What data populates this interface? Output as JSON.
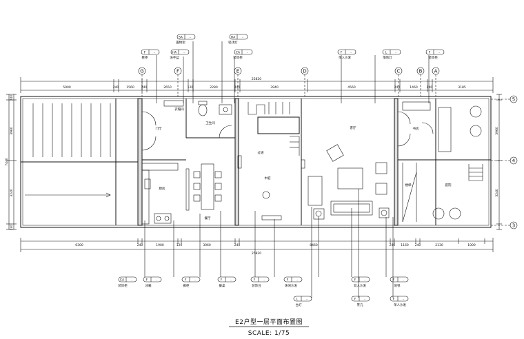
{
  "drawing": {
    "title": "E2户型一层平面布置图",
    "scale": "SCALE: 1/75"
  },
  "axes": {
    "top": [
      "G",
      "F",
      "E",
      "D",
      "C",
      "B",
      "A"
    ],
    "right": [
      "5",
      "4",
      "3"
    ]
  },
  "dimensions": {
    "top_total": "25820",
    "bottom_total": "25820",
    "top_segments": [
      "5900",
      "240",
      "1560",
      "240",
      "2650",
      "120",
      "2280",
      "240",
      "3940",
      "4560",
      "240",
      "1460",
      "240",
      "3185"
    ],
    "bottom_segments": [
      "6300",
      "240",
      "1900",
      "120",
      "3060",
      "240",
      "8460",
      "240",
      "1160",
      "240",
      "2130",
      "1000"
    ],
    "left_segments": [
      "240",
      "3960",
      "7440",
      "3240",
      "240"
    ],
    "right_segments": [
      "3960",
      "3240"
    ]
  },
  "rooms": [
    {
      "id": "foyer",
      "label": "门厅"
    },
    {
      "id": "wc",
      "label": "卫生间"
    },
    {
      "id": "kitchen",
      "label": "厨房"
    },
    {
      "id": "dining",
      "label": "餐厅"
    },
    {
      "id": "corridor",
      "label": "过道"
    },
    {
      "id": "hall",
      "label": "中庭"
    },
    {
      "id": "living",
      "label": "客厅"
    },
    {
      "id": "study",
      "label": "书房"
    },
    {
      "id": "stair-a",
      "label": "楼梯"
    },
    {
      "id": "garden",
      "label": "庭院"
    },
    {
      "id": "mudroom",
      "label": "衣帽间"
    }
  ],
  "callouts_top": [
    {
      "code": "SA",
      "num": "-",
      "name": "置物架"
    },
    {
      "code": "HA",
      "num": "-",
      "name": "吸顶灯"
    },
    {
      "code": "F",
      "num": "-",
      "name": "鞋柜"
    },
    {
      "code": "HA",
      "num": "-",
      "name": "洗手盆"
    },
    {
      "code": "CA",
      "num": "-",
      "name": "装饰柜"
    },
    {
      "code": "F",
      "num": "-",
      "name": "单人沙发"
    },
    {
      "code": "L",
      "num": "-",
      "name": "落地灯"
    },
    {
      "code": "F",
      "num": "-",
      "name": "装饰柜"
    }
  ],
  "callouts_bottom": [
    {
      "code": "CA",
      "num": "-",
      "name": "装饰柜"
    },
    {
      "code": "F",
      "num": "-",
      "name": "冰箱"
    },
    {
      "code": "F",
      "num": "-",
      "name": "橱柜"
    },
    {
      "code": "F",
      "num": "-",
      "name": "餐桌"
    },
    {
      "code": "F",
      "num": "-",
      "name": "装饰台"
    },
    {
      "code": "F",
      "num": "-",
      "name": "休闲沙发"
    },
    {
      "code": "L",
      "num": "-",
      "name": "台灯"
    },
    {
      "code": "F",
      "num": "-",
      "name": "双人沙发"
    },
    {
      "code": "F",
      "num": "-",
      "name": "茶几"
    },
    {
      "code": "F",
      "num": "-",
      "name": "地毯"
    },
    {
      "code": "F",
      "num": "-",
      "name": "单人沙发"
    }
  ]
}
